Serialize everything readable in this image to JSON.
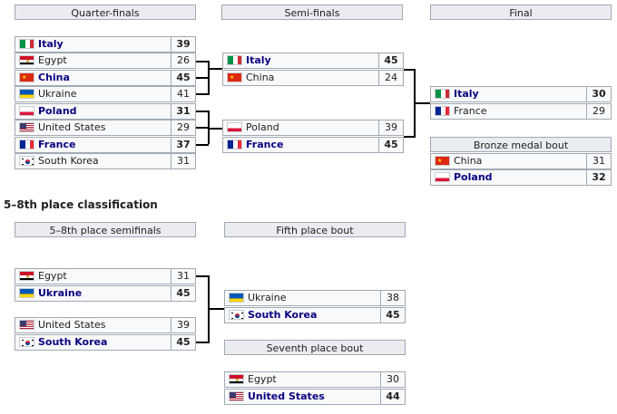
{
  "headers": {
    "qf": "Quarter-finals",
    "sf": "Semi-finals",
    "final": "Final",
    "bronze": "Bronze medal bout",
    "cls_sf": "5–8th place semifinals",
    "fifth": "Fifth place bout",
    "seventh": "Seventh place bout"
  },
  "section_title": "5–8th place classification",
  "qf": [
    {
      "name": "Italy",
      "score": "39",
      "win": true,
      "flag": "italy"
    },
    {
      "name": "Egypt",
      "score": "26",
      "win": false,
      "flag": "egypt"
    },
    {
      "name": "China",
      "score": "45",
      "win": true,
      "flag": "china"
    },
    {
      "name": "Ukraine",
      "score": "41",
      "win": false,
      "flag": "ukraine"
    },
    {
      "name": "Poland",
      "score": "31",
      "win": true,
      "flag": "poland"
    },
    {
      "name": "United States",
      "score": "29",
      "win": false,
      "flag": "usa"
    },
    {
      "name": "France",
      "score": "37",
      "win": true,
      "flag": "france"
    },
    {
      "name": "South Korea",
      "score": "31",
      "win": false,
      "flag": "korea"
    }
  ],
  "sf": [
    {
      "name": "Italy",
      "score": "45",
      "win": true,
      "flag": "italy"
    },
    {
      "name": "China",
      "score": "24",
      "win": false,
      "flag": "china"
    },
    {
      "name": "Poland",
      "score": "39",
      "win": false,
      "flag": "poland"
    },
    {
      "name": "France",
      "score": "45",
      "win": true,
      "flag": "france"
    }
  ],
  "final": [
    {
      "name": "Italy",
      "score": "30",
      "win": true,
      "flag": "italy"
    },
    {
      "name": "France",
      "score": "29",
      "win": false,
      "flag": "france"
    }
  ],
  "bronze": [
    {
      "name": "China",
      "score": "31",
      "win": false,
      "flag": "china"
    },
    {
      "name": "Poland",
      "score": "32",
      "win": true,
      "flag": "poland"
    }
  ],
  "cls_sf": [
    {
      "name": "Egypt",
      "score": "31",
      "win": false,
      "flag": "egypt"
    },
    {
      "name": "Ukraine",
      "score": "45",
      "win": true,
      "flag": "ukraine"
    },
    {
      "name": "United States",
      "score": "39",
      "win": false,
      "flag": "usa"
    },
    {
      "name": "South Korea",
      "score": "45",
      "win": true,
      "flag": "korea"
    }
  ],
  "fifth": [
    {
      "name": "Ukraine",
      "score": "38",
      "win": false,
      "flag": "ukraine"
    },
    {
      "name": "South Korea",
      "score": "45",
      "win": true,
      "flag": "korea"
    }
  ],
  "seventh": [
    {
      "name": "Egypt",
      "score": "30",
      "win": false,
      "flag": "egypt"
    },
    {
      "name": "United States",
      "score": "44",
      "win": true,
      "flag": "usa"
    }
  ]
}
